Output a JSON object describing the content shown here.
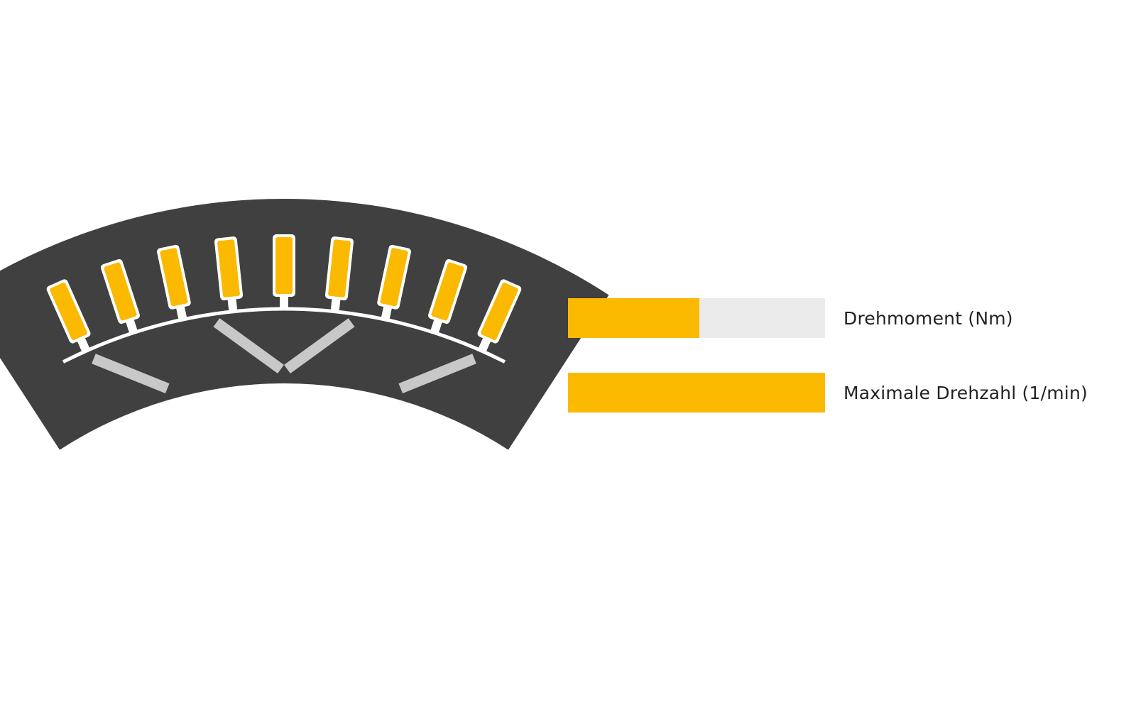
{
  "colors": {
    "accent": "#fbb900",
    "track": "#ebebeb",
    "stator": "#404040",
    "magnet": "#c8c8c8",
    "text": "#222222"
  },
  "motor_diagram": {
    "winding_count": 9,
    "magnet_count": 4
  },
  "metrics": [
    {
      "label": "Drehmoment (Nm)",
      "value": 0.51
    },
    {
      "label": "Maximale Drehzahl (1/min)",
      "value": 1.0
    }
  ]
}
